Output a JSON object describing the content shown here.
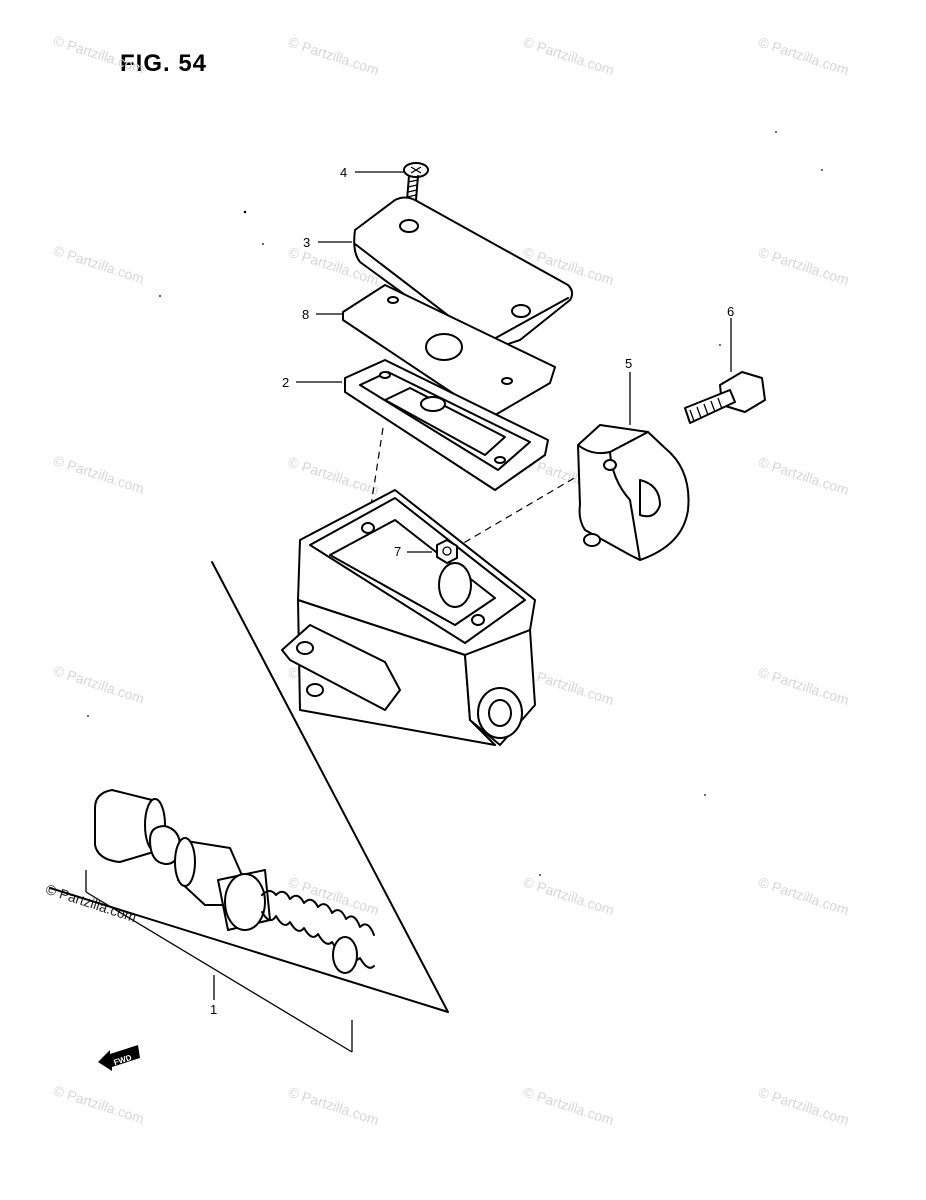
{
  "figure": {
    "title": "FIG. 54"
  },
  "watermark": {
    "text": "© Partzilla.com"
  },
  "callouts": {
    "c1": "1",
    "c2": "2",
    "c3": "3",
    "c4": "4",
    "c5": "5",
    "c6": "6",
    "c7": "7",
    "c8": "8"
  },
  "fwd_label": "FWD"
}
